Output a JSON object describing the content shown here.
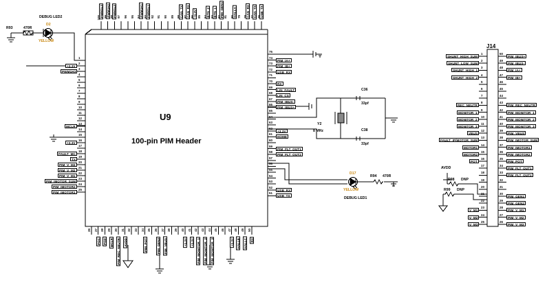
{
  "sheet": {
    "chip": {
      "ref": "U9",
      "name": "100-pin PIM Header"
    },
    "connector": {
      "ref": "J14"
    }
  },
  "led2": {
    "caption": "DEBUG LED2",
    "res_ref": "R93",
    "res_val": "470R",
    "led_ref": "D2",
    "color": "YELLOW"
  },
  "led1": {
    "caption": "DEBUG LED1",
    "res_ref": "R94",
    "res_val": "470R",
    "led_ref": "D17",
    "color": "YELLOW"
  },
  "xtal": {
    "ref": "Y2",
    "freq": "8 MHz",
    "c_top_ref": "C36",
    "c_top_val": "33pf",
    "c_bot_ref": "C38",
    "c_bot_val": "33pf"
  },
  "avdd": {
    "label": "AVDD",
    "r1_ref": "R98",
    "r1_val": "DNP",
    "r2_ref": "R99",
    "r2_val": "DNP"
  },
  "u9_left": [
    {
      "pin": "1",
      "net": ""
    },
    {
      "pin": "2",
      "net": "+3.3V"
    },
    {
      "pin": "3",
      "net": "PWM1H3"
    },
    {
      "pin": "4",
      "net": ""
    },
    {
      "pin": "5",
      "net": ""
    },
    {
      "pin": "6",
      "net": ""
    },
    {
      "pin": "7",
      "net": ""
    },
    {
      "pin": "8",
      "net": ""
    },
    {
      "pin": "9",
      "net": ""
    },
    {
      "pin": "10",
      "net": ""
    },
    {
      "pin": "11",
      "net": ""
    },
    {
      "pin": "12",
      "net": ""
    },
    {
      "pin": "13",
      "net": "MCLR"
    },
    {
      "pin": "14",
      "net": ""
    },
    {
      "pin": "15",
      "net": ""
    },
    {
      "pin": "16",
      "net": "+3.3V"
    },
    {
      "pin": "17",
      "net": ""
    },
    {
      "pin": "18",
      "net": "FAULT_MC"
    },
    {
      "pin": "19",
      "net": "TX"
    },
    {
      "pin": "20",
      "net": "PIM_V_M3"
    },
    {
      "pin": "21",
      "net": "PIM_V_M2"
    },
    {
      "pin": "22",
      "net": "PIM_V_M1"
    },
    {
      "pin": "23",
      "net": "PIM_IMOTOR_SUM"
    },
    {
      "pin": "24",
      "net": "PIM_IMOTOR2"
    },
    {
      "pin": "25",
      "net": "PIM_IMOTOR1"
    }
  ],
  "u9_bottom": [
    {
      "pin": "26",
      "net": ""
    },
    {
      "pin": "27",
      "net": "PGC"
    },
    {
      "pin": "28",
      "net": "PGD"
    },
    {
      "pin": "29",
      "net": "MCLR"
    },
    {
      "pin": "30",
      "net": "PIM_REC_NEUTR"
    },
    {
      "pin": "31",
      "net": "AVDD"
    },
    {
      "pin": "32",
      "net": ""
    },
    {
      "pin": "33",
      "net": ""
    },
    {
      "pin": "34",
      "net": "PIM_POT"
    },
    {
      "pin": "35",
      "net": ""
    },
    {
      "pin": "36",
      "net": "PIM_GEN2"
    },
    {
      "pin": "37",
      "net": "PIM_VBUS"
    },
    {
      "pin": "38",
      "net": ""
    },
    {
      "pin": "39",
      "net": ""
    },
    {
      "pin": "40",
      "net": "+3.3V"
    },
    {
      "pin": "41",
      "net": "+3.3V"
    },
    {
      "pin": "42",
      "net": "PIM_MONITOR_1"
    },
    {
      "pin": "43",
      "net": "PIM_MONITOR_2"
    },
    {
      "pin": "44",
      "net": "PIM_MONITOR_3"
    },
    {
      "pin": "45",
      "net": ""
    },
    {
      "pin": "46",
      "net": ""
    },
    {
      "pin": "47",
      "net": "+3.3V"
    },
    {
      "pin": "48",
      "net": "HALLB"
    },
    {
      "pin": "49",
      "net": "HALLC"
    },
    {
      "pin": "50",
      "net": "RX"
    }
  ],
  "u9_right": [
    {
      "pin": "75",
      "net": ""
    },
    {
      "pin": "74",
      "net": "PIM_IA+"
    },
    {
      "pin": "73",
      "net": "PIM_IB+"
    },
    {
      "pin": "72",
      "net": "USB_RX"
    },
    {
      "pin": "71",
      "net": ""
    },
    {
      "pin": "70",
      "net": "RX"
    },
    {
      "pin": "69",
      "net": "LIN_FAULT"
    },
    {
      "pin": "68",
      "net": "LIN_CS"
    },
    {
      "pin": "67",
      "net": "PIM_IBUS-"
    },
    {
      "pin": "66",
      "net": "PIM_IBUS+"
    },
    {
      "pin": "65",
      "net": ""
    },
    {
      "pin": "64",
      "net": ""
    },
    {
      "pin": "63",
      "net": ""
    },
    {
      "pin": "62",
      "net": "+3.3V"
    },
    {
      "pin": "61",
      "net": "HOME"
    },
    {
      "pin": "60",
      "net": ""
    },
    {
      "pin": "59",
      "net": "PIM_FLT_OUT1"
    },
    {
      "pin": "58",
      "net": "PIM_FLT_OUT2"
    },
    {
      "pin": "57",
      "net": ""
    },
    {
      "pin": "56",
      "net": ""
    },
    {
      "pin": "55",
      "net": ""
    },
    {
      "pin": "54",
      "net": ""
    },
    {
      "pin": "53",
      "net": ""
    },
    {
      "pin": "52",
      "net": "USB_RX"
    },
    {
      "pin": "51",
      "net": "USB_TX"
    }
  ],
  "u9_top": [
    {
      "pin": "100",
      "net": "PWM1L3"
    },
    {
      "pin": "99",
      "net": "PWM1H2"
    },
    {
      "pin": "98",
      "net": "PWM1L2"
    },
    {
      "pin": "97",
      "net": ""
    },
    {
      "pin": "96",
      "net": ""
    },
    {
      "pin": "95",
      "net": ""
    },
    {
      "pin": "94",
      "net": "PWM1H1"
    },
    {
      "pin": "93",
      "net": "PWM1L1"
    },
    {
      "pin": "92",
      "net": ""
    },
    {
      "pin": "91",
      "net": ""
    },
    {
      "pin": "90",
      "net": ""
    },
    {
      "pin": "89",
      "net": ""
    },
    {
      "pin": "88",
      "net": "CAN_TX"
    },
    {
      "pin": "87",
      "net": "CAN_RX"
    },
    {
      "pin": "86",
      "net": "+3.3V"
    },
    {
      "pin": "85",
      "net": ""
    },
    {
      "pin": "84",
      "net": "BTN_2"
    },
    {
      "pin": "83",
      "net": "BTN_1"
    },
    {
      "pin": "82",
      "net": "PIM_GEN1"
    },
    {
      "pin": "81",
      "net": ""
    },
    {
      "pin": "80",
      "net": "HALLA"
    },
    {
      "pin": "79",
      "net": ""
    },
    {
      "pin": "78",
      "net": "CAN_RX"
    },
    {
      "pin": "77",
      "net": "CAN_TX"
    },
    {
      "pin": "76",
      "net": "USB_TX"
    }
  ],
  "j14": [
    {
      "lpin": "1",
      "lnet": "SHUNT_HIGH_SUM",
      "rpin": "50",
      "rnet": "PIM_IBUS+"
    },
    {
      "lpin": "2",
      "lnet": "SHUNT_LOW_SUM",
      "rpin": "49",
      "rnet": "PIM_IBUS-"
    },
    {
      "lpin": "3",
      "lnet": "SHUNT_HIGH_1",
      "rpin": "48",
      "rnet": "PIM_IA+"
    },
    {
      "lpin": "4",
      "lnet": "SHUNT_HIGH_2",
      "rpin": "47",
      "rnet": "PIM_IB+"
    },
    {
      "lpin": "5",
      "lnet": "",
      "rpin": "46",
      "rnet": ""
    },
    {
      "lpin": "6",
      "lnet": "",
      "rpin": "45",
      "rnet": ""
    },
    {
      "lpin": "7",
      "lnet": "",
      "rpin": "44",
      "rnet": ""
    },
    {
      "lpin": "8",
      "lnet": "REC_NEUTR",
      "rpin": "43",
      "rnet": "PIM_REC_NEUTR"
    },
    {
      "lpin": "9",
      "lnet": "MONITOR_1",
      "rpin": "42",
      "rnet": "PIM_MONITOR_1"
    },
    {
      "lpin": "10",
      "lnet": "MONITOR_2",
      "rpin": "41",
      "rnet": "PIM_MONITOR_2"
    },
    {
      "lpin": "11",
      "lnet": "MONITOR_3",
      "rpin": "40",
      "rnet": "PIM_MONITOR_3"
    },
    {
      "lpin": "12",
      "lnet": "VBUS",
      "rpin": "39",
      "rnet": "PIM_VBUS"
    },
    {
      "lpin": "13",
      "lnet": "FAULT_IP/MOTOR_SUM",
      "rpin": "38",
      "rnet": "PIM_IMOTOR_SUM"
    },
    {
      "lpin": "14",
      "lnet": "MOTOR1",
      "rpin": "37",
      "rnet": "PIM_IMOTOR1"
    },
    {
      "lpin": "15",
      "lnet": "MOTOR2",
      "rpin": "36",
      "rnet": "PIM_IMOTOR2"
    },
    {
      "lpin": "16",
      "lnet": "POT",
      "rpin": "35",
      "rnet": "PIM_POT"
    },
    {
      "lpin": "17",
      "lnet": "",
      "rpin": "34",
      "rnet": "PIM_FLT_OUT1"
    },
    {
      "lpin": "18",
      "lnet": "",
      "rpin": "33",
      "rnet": "PIM_FLT_OUT2"
    },
    {
      "lpin": "19",
      "lnet": "",
      "rpin": "32",
      "rnet": ""
    },
    {
      "lpin": "20",
      "lnet": "",
      "rpin": "31",
      "rnet": ""
    },
    {
      "lpin": "21",
      "lnet": "",
      "rpin": "30",
      "rnet": "PIM_GEN1"
    },
    {
      "lpin": "22",
      "lnet": "",
      "rpin": "29",
      "rnet": "PIM_GEN2"
    },
    {
      "lpin": "23",
      "lnet": "V_M1",
      "rpin": "28",
      "rnet": "PIM_V_M1"
    },
    {
      "lpin": "24",
      "lnet": "V_M2",
      "rpin": "27",
      "rnet": "PIM_V_M2"
    },
    {
      "lpin": "25",
      "lnet": "V_M3",
      "rpin": "26",
      "rnet": "PIM_V_M3"
    }
  ]
}
